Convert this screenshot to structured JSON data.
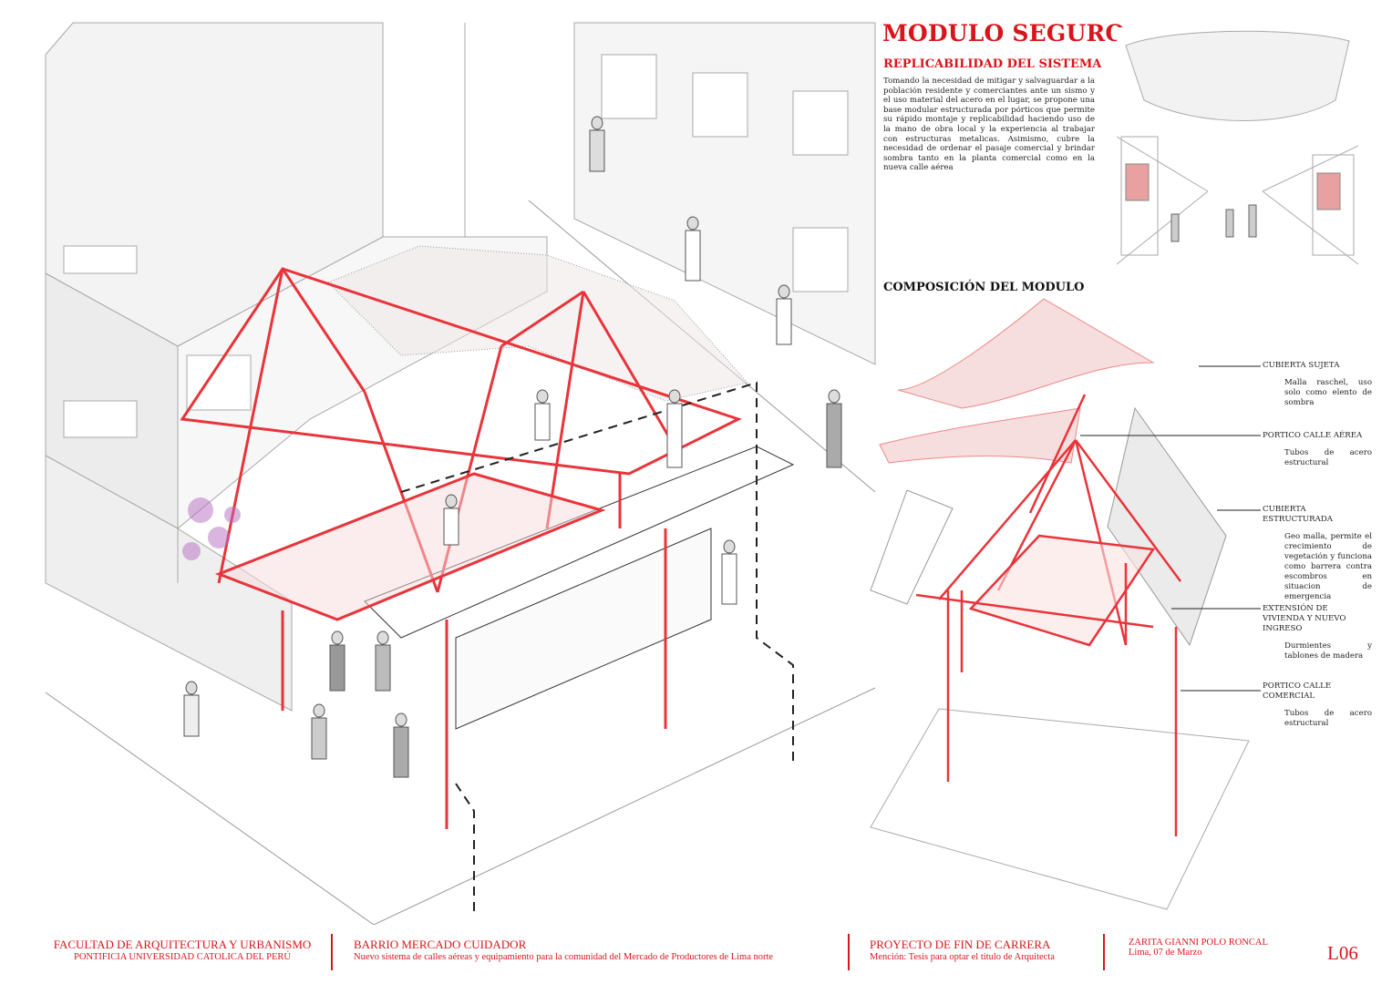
{
  "header": {
    "title": "MODULO SEGURO",
    "subtitle": "REPLICABILIDAD DEL SISTEMA",
    "body": "Tomando la necesidad de mitigar y salvaguardar a la población residente y comerciantes ante un sismo y el uso material del acero en el lugar, se propone una base modular estructurada por pórticos que permite su rápido montaje y replicabilidad haciendo uso de la mano de obra local y la experiencia al trabajar con estructuras metalicas. Asimismo, cubre la necesidad de ordenar el pasaje comercial y brindar sombra tanto en la planta comercial como en la nueva calle aérea"
  },
  "composition": {
    "title": "COMPOSICIÓN DEL MODULO",
    "labels": [
      {
        "heading": "CUBIERTA SUJETA",
        "description": "Malla raschel, uso solo como elento de sombra"
      },
      {
        "heading": "PORTICO CALLE AÉREA",
        "description": "Tubos de acero estructural"
      },
      {
        "heading": "CUBIERTA ESTRUCTURADA",
        "description": "Geo malla, permite el crecimiento de vegetación y funciona como barrera contra escombros en situacion de emergencia"
      },
      {
        "heading": "EXTENSIÓN DE VIVIENDA Y NUEVO INGRESO",
        "description": "Durmientes y tablones de madera"
      },
      {
        "heading": "PORTICO CALLE COMERCIAL",
        "description": "Tubos de acero estructural"
      }
    ]
  },
  "footer": {
    "faculty": "FACULTAD DE ARQUITECTURA Y URBANISMO",
    "university": "PONTIFICIA UNIVERSIDAD CATOLICA DEL PERÚ",
    "project": "BARRIO MERCADO CUIDADOR",
    "project_desc": "Nuevo sistema de calles aéreas y equipamiento para la comunidad del Mercado de Productores de Lima norte",
    "course": "PROYECTO DE FIN DE CARRERA",
    "course_desc": "Mención: Tesis para optar el titulo de Arquitecta",
    "author": "ZARITA GIANNI POLO RONCAL",
    "date": "Lima, 07 de Marzo",
    "sheet": "L06"
  },
  "colors": {
    "accent": "#d7161b",
    "structure": "#e8343a",
    "lines": "#9a9a9a"
  }
}
